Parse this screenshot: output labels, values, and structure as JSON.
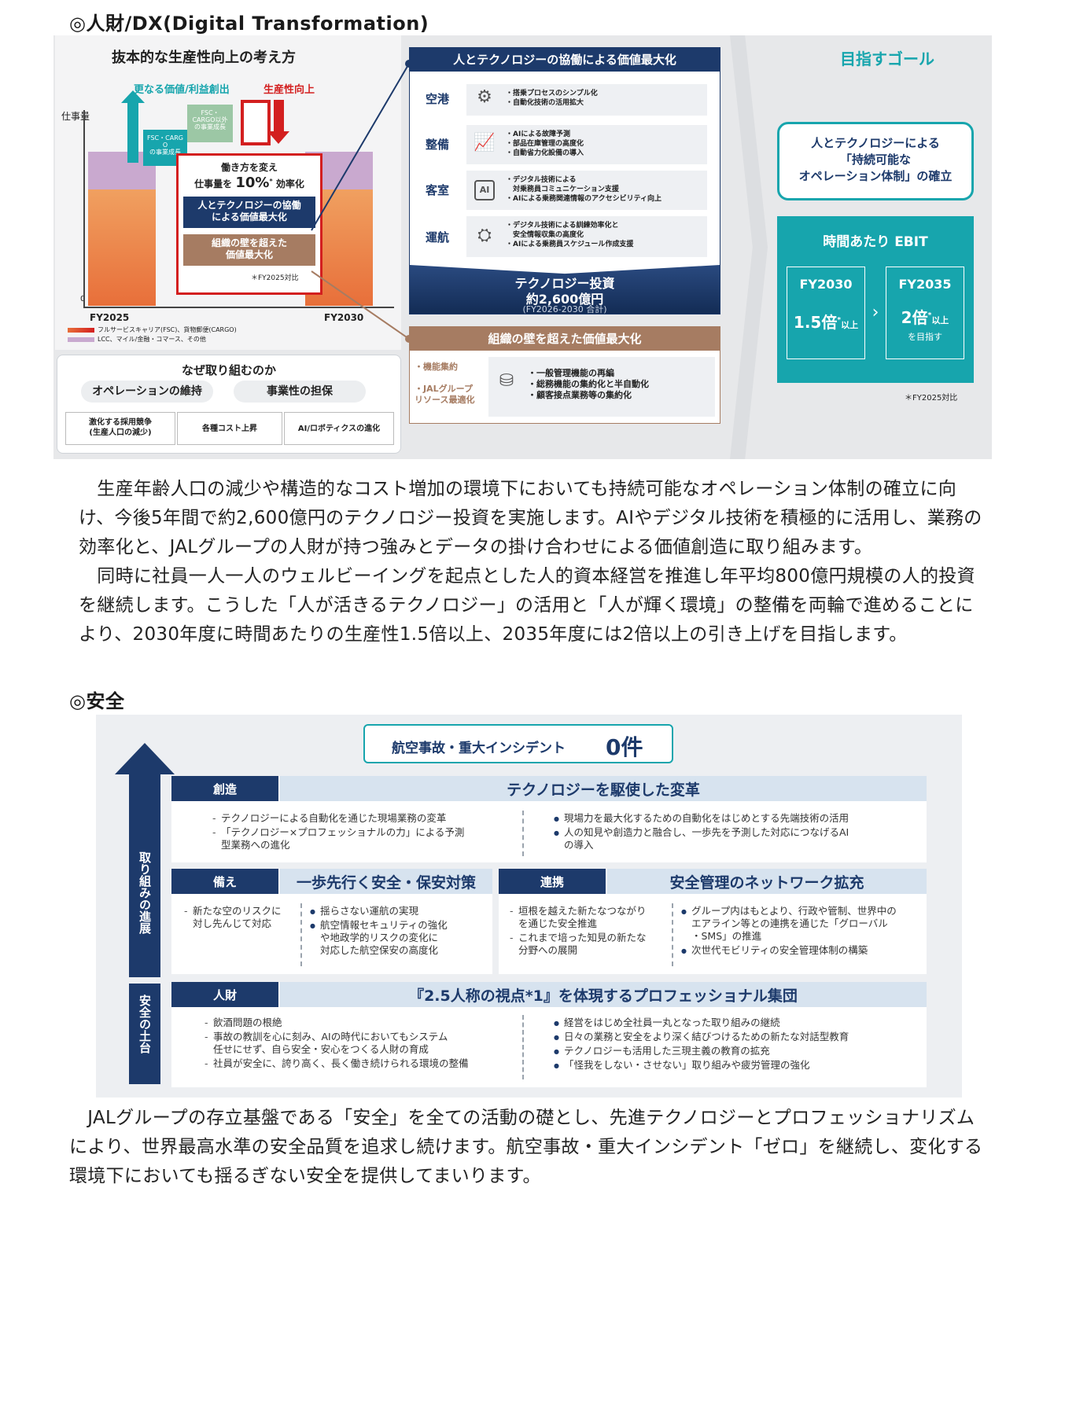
{
  "sections": {
    "dx": {
      "heading": "◎人財/DX(Digital Transformation)",
      "paragraph": "　生産年齢人口の減少や構造的なコスト増加の環境下においても持続可能なオペレーション体制の確立に向け、今後5年間で約2,600億円のテクノロジー投資を実施します。AIやデジタル技術を積極的に活用し、業務の効率化と、JALグループの人財が持つ強みとデータの掛け合わせによる価値創造に取り組みます。\n　同時に社員一人一人のウェルビーイングを起点とした人的資本経営を推進し年平均800億円規模の人的投資を継続します。こうした「人が活きるテクノロジー」の活用と「人が輝く環境」の整備を両輪で進めることにより、2030年度に時間あたりの生産性1.5倍以上、2035年度には2倍以上の引き上げを目指します。"
    },
    "safety": {
      "heading": "◎安全",
      "paragraph": "　JALグループの存立基盤である「安全」を全ての活動の礎とし、先進テクノロジーとプロフェッショナリズムにより、世界最高水準の安全品質を追求し続けます。航空事故・重大インシデント「ゼロ」を継続し、変化する環境下においても揺るぎない安全を提供してまいります。"
    }
  },
  "dx_figure": {
    "left": {
      "title": "抜本的な生産性向上の考え方",
      "legend_value": "更なる価値/利益創出",
      "legend_productivity": "生産性向上",
      "y_label": "仕事量",
      "origin": "0",
      "fsc_cargo_other": "FSC・\nCARGO以外\nの事業成長",
      "fsc_cargo_growth": "FSC・CARG\nO\nの事業成長",
      "workstyle": "働き方を変え",
      "workload_prefix": "仕事量を",
      "workload_value": "10%",
      "workload_mark": "*",
      "workload_suffix": "効率化",
      "people_tech": "人とテクノロジーの協働\nによる価値最大化",
      "org_wall": "組織の壁を超えた\n価値最大化",
      "note": "＊FY2025対比",
      "x_start": "FY2025",
      "x_end": "FY2030",
      "legend1": "フルサービスキャリア(FSC)、貨物郵便(CARGO)",
      "legend2": "LCC、マイル/金融・コマース、その他"
    },
    "why": {
      "title": "なぜ取り組むのか",
      "pills": [
        "オペレーションの維持",
        "事業性の担保"
      ],
      "factors": [
        "激化する採用競争\n(生産人口の減少)",
        "各種コスト上昇",
        "AI/ロボティクスの進化"
      ]
    },
    "middle": {
      "header": "人とテクノロジーの協働による価値最大化",
      "rows": [
        {
          "label": "空港",
          "icon": "robot-arm-icon",
          "text": "・搭乗プロセスのシンプル化\n・自動化技術の活用拡大"
        },
        {
          "label": "整備",
          "icon": "maintenance-chart-icon",
          "text": "・AIによる故障予測\n・部品在庫管理の高度化\n・自動省力化設備の導入"
        },
        {
          "label": "客室",
          "icon": "ai-chip-icon",
          "text": "・デジタル技術による\n　対乗務員コミュニケーション支援\n・AIによる乗務関連情報のアクセシビリティ向上"
        },
        {
          "label": "運航",
          "icon": "network-gear-icon",
          "text": "・デジタル技術による訓練効率化と\n　安全情報収集の高度化\n・AIによる乗務員スケジュール作成支援"
        }
      ],
      "investment_title": "テクノロジー投資",
      "investment_amount": "約2,600億円",
      "investment_period": "(FY2026-2030 合計)",
      "org_header": "組織の壁を超えた価値最大化",
      "org_left": "・機能集約\n\n・JALグループ\nリソース最適化",
      "org_icon": "database-gear-icon",
      "org_text": "・一般管理機能の再編\n・総務機能の集約化と半自動化\n・顧客接点業務等の集約化"
    },
    "goal": {
      "title": "目指すゴール",
      "goal_box": "人とテクノロジーによる\n「持続可能な\nオペレーション体制」の確立",
      "ebit_title": "時間あたり EBIT",
      "fy2030_label": "FY2030",
      "fy2030_value": "1.5倍",
      "fy2030_suffix": "以上",
      "fy2035_label": "FY2035",
      "fy2035_value": "2倍",
      "fy2035_suffix": "以上",
      "fy2035_aim": "を目指す",
      "mark": "*",
      "note": "＊FY2025対比"
    }
  },
  "safety_figure": {
    "goal_label": "航空事故・重大インシデント",
    "goal_value": "0件",
    "arrow_label": "取り組みの進展",
    "base_label": "安全の土台",
    "create": {
      "label": "創造",
      "title": "テクノロジーを駆使した変革",
      "left": [
        "テクノロジーによる自動化を通じた現場業務の変革",
        "「テクノロジー×プロフェッショナルの力」による予測\n型業務への進化"
      ],
      "right": [
        "現場力を最大化するための自動化をはじめとする先端技術の活用",
        "人の知見や創造力と融合し、一歩先を予測した対応につなげるAI\nの導入"
      ]
    },
    "prepare": {
      "label": "備え",
      "title": "一歩先行く安全・保安対策",
      "left": [
        "新たな空のリスクに\n対し先んじて対応"
      ],
      "right": [
        "揺らさない運航の実現",
        "航空情報セキュリティの強化\nや地政学的リスクの変化に\n対応した航空保安の高度化"
      ]
    },
    "link": {
      "label": "連携",
      "title": "安全管理のネットワーク拡充",
      "left": [
        "垣根を越えた新たなつながり\nを通じた安全推進",
        "これまで培った知見の新たな\n分野への展開"
      ],
      "right": [
        "グループ内はもとより、行政や管制、世界中の\nエアライン等との連携を通じた「グローバル\n・SMS」の推進",
        "次世代モビリティの安全管理体制の構築"
      ]
    },
    "people": {
      "label": "人財",
      "title": "『2.5人称の視点*1』を体現するプロフェッショナル集団",
      "left": [
        "飲酒問題の根絶",
        "事故の教訓を心に刻み、AIの時代においてもシステム\n任せにせず、自ら安全・安心をつくる人財の育成",
        "社員が安全に、誇り高く、長く働き続けられる環境の整備"
      ],
      "right": [
        "経営をはじめ全社員一丸となった取り組みの継続",
        "日々の業務と安全をより深く結びつけるための新たな対話型教育",
        "テクノロジーも活用した三現主義の教育の拡充",
        "「怪我をしない・させない」取り組みや疲労管理の強化"
      ]
    }
  }
}
